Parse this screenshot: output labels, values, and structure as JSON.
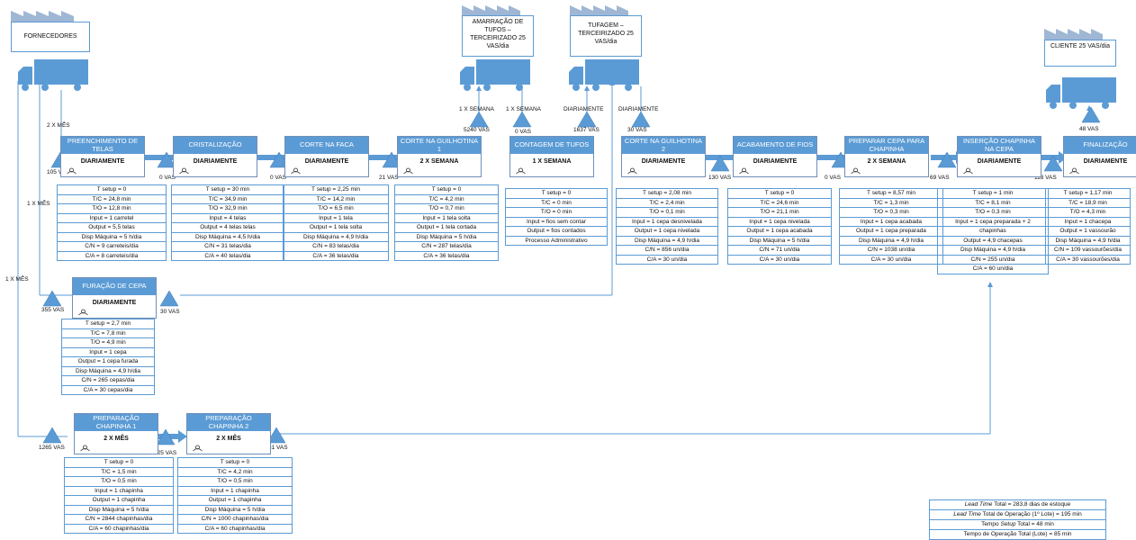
{
  "externals": {
    "suppliers": {
      "label": "FORNECEDORES"
    },
    "tying": {
      "label": "AMARRAÇÃO DE TUFOS – TERCEIRIZADO 25 VAS/dia"
    },
    "tufting": {
      "label": "TUFAGEM – TERCEIRIZADO 25 VAS/dia"
    },
    "customer": {
      "label": "CLIENTE 25 VAS/dia"
    }
  },
  "shipments": {
    "supplier_freq": "2 X MÊS",
    "tying_in": "1 X SEMANA",
    "tying_out": "1 X SEMANA",
    "tufting_in": "DIARIAMENTE",
    "tufting_out": "DIARIAMENTE",
    "supplier_1xmes_a": "1 X MÊS",
    "supplier_1xmes_b": "1 X MÊS"
  },
  "inventories": {
    "i1": "105 VAS",
    "i2": "0 VAS",
    "i3": "0 VAS",
    "i4": "21 VAS",
    "i5": "5240 VAS",
    "i6": "0 VAS",
    "i7": "1637 VAS",
    "i8": "30 VAS",
    "i9": "130 VAS",
    "i10": "0 VAS",
    "i11": "69 VAS",
    "i12": "118 VAS",
    "i13": "48 VAS",
    "i14": "355 VAS",
    "i15": "30 VAS",
    "i16": "1265 VAS",
    "i17": "625 VAS",
    "i18": "31 VAS"
  },
  "processes": [
    {
      "name": "PREENCHIMENTO DE TELAS",
      "freq": "DIARIAMENTE",
      "data": [
        "T setup = 0",
        "T/C = 24,8 min",
        "T/O = 12,8 min",
        "Input = 1 carretel",
        "Output = 5,5 telas",
        "Disp Máquina = 5 h/dia",
        "C/N = 9 carreteis/dia",
        "C/A = 8 carreteis/dia"
      ]
    },
    {
      "name": "CRISTALIZAÇÃO",
      "freq": "DIARIAMENTE",
      "data": [
        "T setup = 30 min",
        "T/C = 34,9 min",
        "T/O = 32,9 min",
        "Input = 4 telas",
        "Output = 4 telas telas",
        "Disp Máquina = 4,5 h/dia",
        "C/N = 31 telas/dia",
        "C/A = 40 telas/dia"
      ]
    },
    {
      "name": "CORTE NA FACA",
      "freq": "DIARIAMENTE",
      "data": [
        "T setup = 2,25 min",
        "T/C = 14,2 min",
        "T/O = 6,5 min",
        "Input = 1 tela",
        "Output = 1 tela solta",
        "Disp Máquina = 4,9 h/dia",
        "C/N = 83 telas/dia",
        "C/A = 36 telas/dia"
      ]
    },
    {
      "name": "CORTE NA GUILHOTINA 1",
      "freq": "2 X SEMANA",
      "data": [
        "T setup = 0",
        "T/C = 4,2 min",
        "T/O = 0,7 min",
        "Input = 1 tela solta",
        "Output = 1 tela cortada",
        "Disp Máquina = 5 h/dia",
        "C/N = 287 telas/dia",
        "C/A = 36 telas/dia"
      ]
    },
    {
      "name": "CONTAGEM DE TUFOS",
      "freq": "1 X SEMANA",
      "data": [
        "T setup = 0",
        "T/C = 0 min",
        "T/O = 0 min",
        "Input = fios sem contar",
        "Output = fios contados",
        "Processo Administrativo"
      ]
    },
    {
      "name": "CORTE NA GUILHOTINA 2",
      "freq": "DIARIAMENTE",
      "data": [
        "T setup = 2,08 min",
        "T/C = 2,4 min",
        "T/O = 0,1 min",
        "Input = 1 cepa desnivelada",
        "Output = 1 cepa nivelada",
        "Disp Máquina = 4,9 h/dia",
        "C/N = 856 un/dia",
        "C/A = 30 un/dia"
      ]
    },
    {
      "name": "ACABAMENTO DE FIOS",
      "freq": "DIARIAMENTE",
      "data": [
        "T setup = 0",
        "T/C = 24,6 min",
        "T/O = 21,1 min",
        "Input = 1 cepa nivelada",
        "Output = 1 cepa acabada",
        "Disp Máquina = 5 h/dia",
        "C/N = 71 un/dia",
        "C/A = 30 un/dia"
      ]
    },
    {
      "name": "PREPARAR CEPA PARA CHAPINHA",
      "freq": "2 X SEMANA",
      "data": [
        "T setup = 8,57 min",
        "T/C = 1,3 min",
        "T/O = 0,3 min",
        "Input = 1 cepa acabada",
        "Output = 1 cepa preparada",
        "Disp Máquina = 4,9 h/dia",
        "C/N = 1038 un/dia",
        "C/A = 30 un/dia"
      ]
    },
    {
      "name": "INSERÇÃO CHAPINHA NA CEPA",
      "freq": "DIARIAMENTE",
      "data": [
        "T setup = 1 min",
        "T/C = 8,1 min",
        "T/O = 0,3 min",
        "Input = 1 cepa preparada + 2",
        "chapinhas",
        "Output = 4,9 chacepas",
        "Disp Máquina = 4,9 h/dia",
        "C/N = 255 un/dia",
        "C/A = 60 un/dia"
      ]
    },
    {
      "name": "FINALIZAÇÃO",
      "freq": "DIARIAMENTE",
      "data": [
        "T setup = 1,17 min",
        "T/C = 18,9 min",
        "T/O = 4,3 min",
        "Input = 1 chacepa",
        "Output = 1 vassourão",
        "Disp Máquina = 4,9 h/dia",
        "C/N = 109 vassourões/dia",
        "C/A = 30 vassourões/dia"
      ]
    },
    {
      "name": "FURAÇÃO DE CEPA",
      "freq": "DIARIAMENTE",
      "data": [
        "T setup = 2,7 min",
        "T/C = 7,8 min",
        "T/O = 4,9 min",
        "Input = 1 cepa",
        "Output = 1 cepa furada",
        "Disp Máquina = 4,9 h/dia",
        "C/N = 265 cepas/dia",
        "C/A = 30 cepas/dia"
      ]
    },
    {
      "name": "PREPARAÇÃO CHAPINHA 1",
      "freq": "2 X MÊS",
      "data": [
        "T setup = 0",
        "T/C = 1,5 min",
        "T/O = 0,5 min",
        "Input = 1 chapinha",
        "Output = 1 chapinha",
        "Disp Máquina = 5 h/dia",
        "C/N = 2844 chapinhas/dia",
        "C/A = 60 chapinhas/dia"
      ]
    },
    {
      "name": "PREPARAÇÃO CHAPINHA 2",
      "freq": "2 X MÊS",
      "data": [
        "T setup = 0",
        "T/C = 4,2 min",
        "T/O = 0,5 min",
        "Input = 1 chapinha",
        "Output = 1 chapinha",
        "Disp Máquina = 5 h/dia",
        "C/N = 1000 chapinhas/dia",
        "C/A = 60 chapinhas/dia"
      ]
    }
  ],
  "summary": {
    "lead_time_italic": "Lead Time",
    "lead_time_rest": " Total = 283,8 dias de estoque",
    "lead_time_op_italic": "Lead Time",
    "lead_time_op_rest": " Total de Operação (1º Lote) = 195 min",
    "setup_pre": "Tempo ",
    "setup_italic": "Setup",
    "setup_rest": " Total = 48 min",
    "op_total": "Tempo de Operação Total (Lote) = 85 min"
  },
  "colors": {
    "accent": "#5b9bd5",
    "line": "#6f8fb8"
  }
}
